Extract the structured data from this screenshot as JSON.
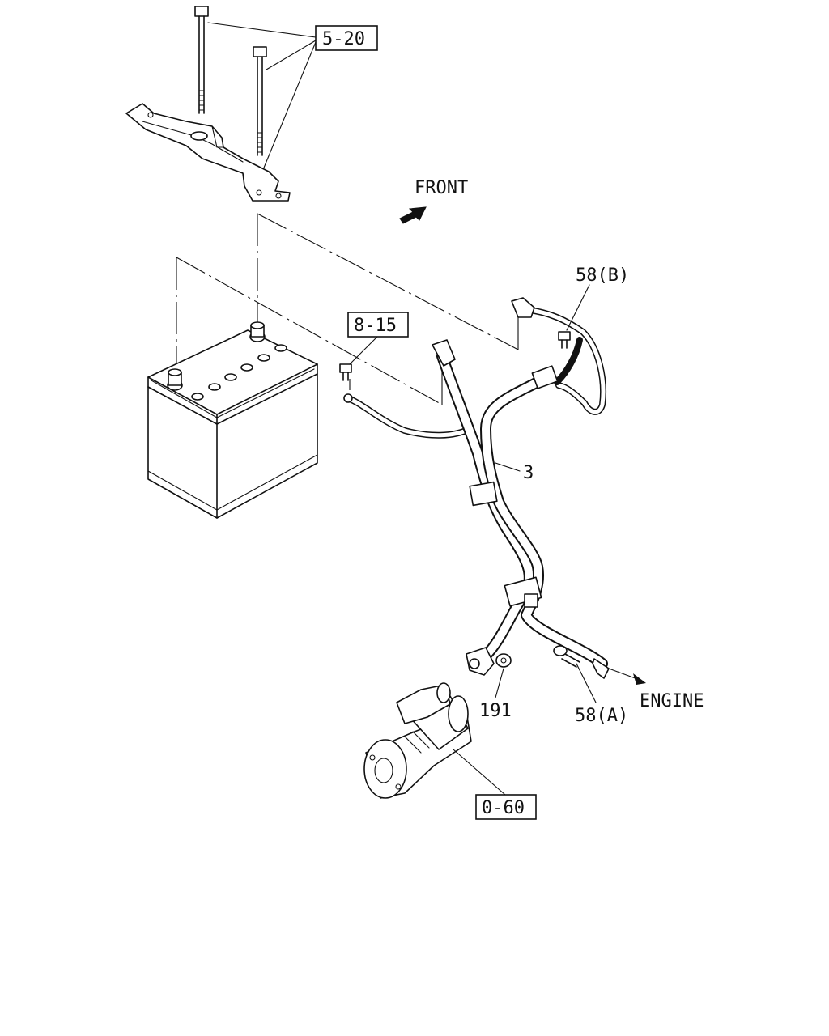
{
  "labels": {
    "ref_5_20": "5-20",
    "ref_8_15": "8-15",
    "ref_0_60": "0-60",
    "front": "FRONT",
    "engine": "ENGINE",
    "part_58b": "58(B)",
    "part_58a": "58(A)",
    "part_3": "3",
    "part_191": "191"
  }
}
